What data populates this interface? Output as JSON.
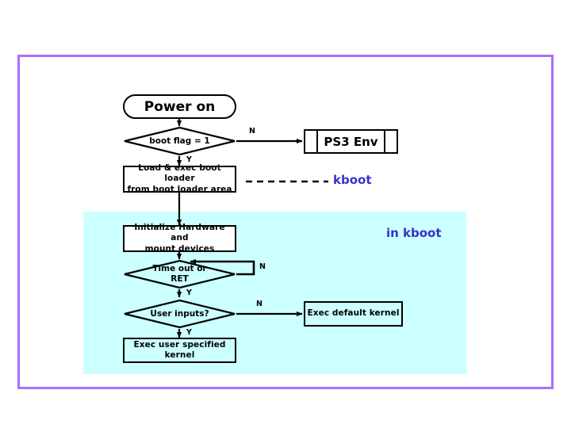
{
  "diagram": {
    "title_visible": false,
    "colors": {
      "frame_border": "#aa6eff",
      "region_fill": "#ccffff",
      "node_stroke": "#000000",
      "node_fill": "#ffffff",
      "annotation_text": "#3333cc"
    },
    "nodes": {
      "power_on": "Power on",
      "boot_flag": "boot flag = 1",
      "ps3_env": "PS3 Env",
      "load_exec_boot_loader": "Load & exec boot loader\nfrom boot loader area",
      "load_exec_line1": "Load & exec boot loader",
      "load_exec_line2": "from boot loader area",
      "init_hardware": "Initialize Hardware and\nmount devices",
      "init_hardware_line1": "Initialize Hardware and",
      "init_hardware_line2": "mount devices",
      "timeout_or_ret": "Time out or\nRET",
      "timeout_line1": "Time out or",
      "timeout_line2": "RET",
      "user_inputs": "User inputs?",
      "exec_default_kernel": "Exec default kernel",
      "exec_user_kernel": "Exec user specified kernel"
    },
    "branch_labels": {
      "boot_flag_no": "N",
      "boot_flag_yes": "Y",
      "timeout_no": "N",
      "timeout_yes": "Y",
      "user_inputs_no": "N",
      "user_inputs_yes": "Y"
    },
    "annotations": {
      "kboot": "kboot",
      "in_kboot": "in kboot"
    }
  }
}
